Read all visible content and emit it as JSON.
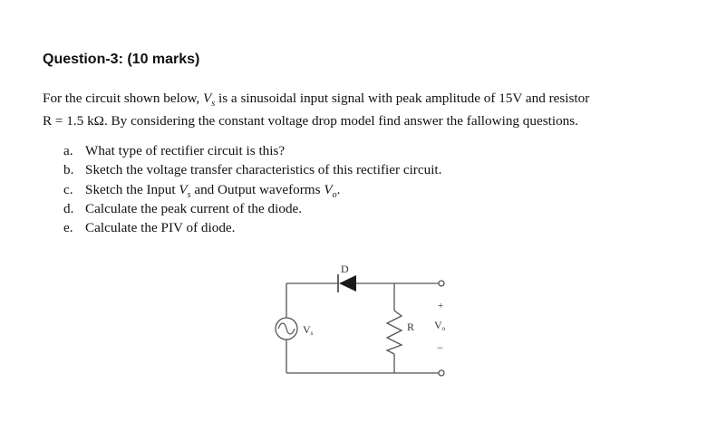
{
  "question": {
    "title": "Question-3: (10 marks)",
    "intro": {
      "line1_pre": "For the circuit shown below, ",
      "vs_symbol": "V",
      "vs_sub": "s",
      "line1_post": " is a sinusoidal input signal with peak amplitude of 15V and resistor",
      "line2": "R = 1.5 kΩ. By considering the constant voltage drop model find answer the fallowing questions."
    },
    "parts": [
      {
        "marker": "a.",
        "text": "What type of rectifier circuit is this?"
      },
      {
        "marker": "b.",
        "text": "Sketch the voltage transfer characteristics of this rectifier circuit."
      },
      {
        "marker": "c.",
        "text_pre": "Sketch the Input ",
        "sym1": "V",
        "sub1": "s",
        "text_mid": " and Output waveforms ",
        "sym2": "V",
        "sub2": "o",
        "text_post": "."
      },
      {
        "marker": "d.",
        "text": "Calculate the peak current of the diode."
      },
      {
        "marker": "e.",
        "text": "Calculate the PIV of diode."
      }
    ]
  },
  "circuit": {
    "diode_label": "D",
    "source_label": "V",
    "source_sub": "s",
    "resistor_label": "R",
    "output_label": "V",
    "output_sub": "o",
    "plus": "+",
    "minus": "−",
    "wire_color": "#555555",
    "diode_color": "#1a1a1a"
  }
}
